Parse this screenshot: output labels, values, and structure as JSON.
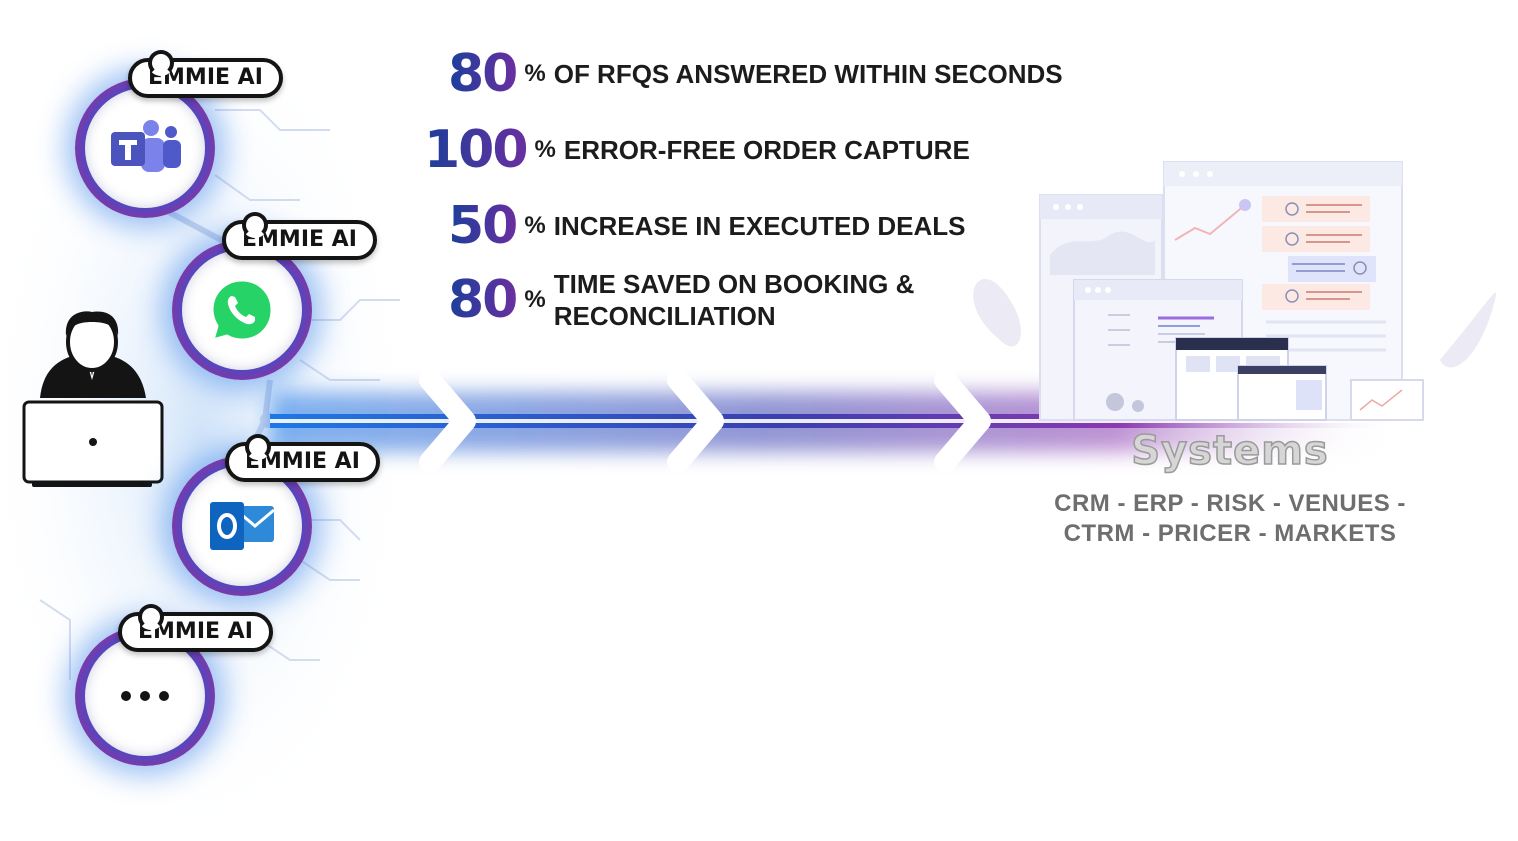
{
  "channels": [
    {
      "id": "teams",
      "tag": "EMMIE AI",
      "icon": "microsoft-teams-icon"
    },
    {
      "id": "whatsapp",
      "tag": "EMMIE AI",
      "icon": "whatsapp-icon"
    },
    {
      "id": "outlook",
      "tag": "EMMIE AI",
      "icon": "outlook-icon"
    },
    {
      "id": "more",
      "tag": "EMMIE AI",
      "icon": "more-dots-icon"
    }
  ],
  "stats": [
    {
      "value": "80",
      "unit": "%",
      "label": "OF RFQS ANSWERED WITHIN SECONDS"
    },
    {
      "value": "100",
      "unit": "%",
      "label": "ERROR-FREE ORDER CAPTURE"
    },
    {
      "value": "50",
      "unit": "%",
      "label": "INCREASE IN EXECUTED DEALS"
    },
    {
      "value": "80",
      "unit": "%",
      "label_line1": "TIME SAVED ON BOOKING &",
      "label_line2": "RECONCILIATION"
    }
  ],
  "systems": {
    "title": "Systems",
    "line1": "CRM - ERP - RISK - VENUES -",
    "line2": "CTRM - PRICER - MARKETS"
  },
  "colors": {
    "blue": "#1b3f9a",
    "purple": "#6a2fa0",
    "glow": "#2a7de0",
    "dark": "#141414"
  }
}
